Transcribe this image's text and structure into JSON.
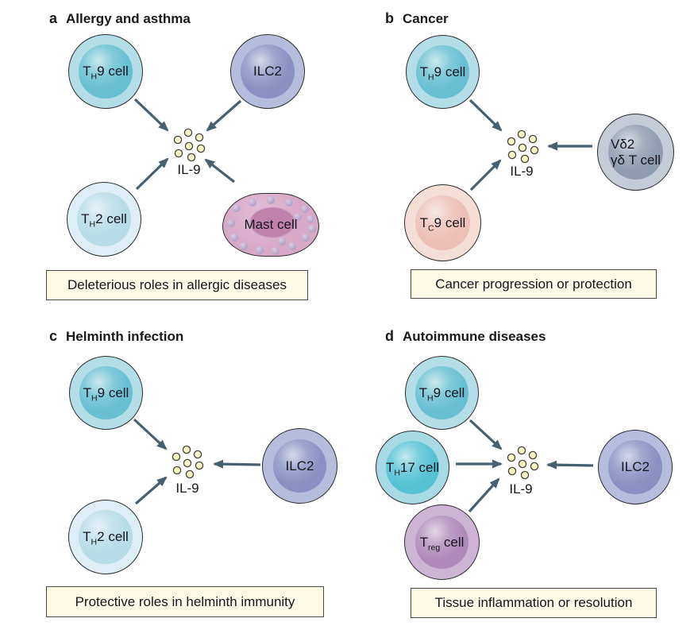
{
  "colors": {
    "arrow": "#46606f",
    "il9_dot_fill": "#f8f4c5",
    "il9_dot_stroke": "#44443a",
    "caption_bg": "#fcfae5",
    "caption_border": "#4a4a4a",
    "text": "#1a1a1a",
    "cells": {
      "th9": {
        "outer": "#b3dde7",
        "inner": "#67bfd1"
      },
      "ilc2": {
        "outer": "#b6bddc",
        "inner": "#8991c2"
      },
      "th2": {
        "outer": "#ddeef6",
        "inner": "#b7dbe9"
      },
      "mast": {
        "body": "#d8a8c7",
        "nucleus": "#c082ad",
        "granule": "#b1a0c6"
      },
      "vd2": {
        "outer": "#c5ccd8",
        "inner": "#8f9cb1"
      },
      "tc9": {
        "outer": "#f4ded6",
        "inner": "#ecc0b4"
      },
      "th17": {
        "outer": "#a8dae5",
        "inner": "#55c2d4"
      },
      "treg": {
        "outer": "#cdb4d5",
        "inner": "#b089ba"
      }
    }
  },
  "panels": {
    "a": {
      "letter": "a",
      "title": "Allergy and asthma",
      "il9_label": "IL-9",
      "caption": "Deleterious roles in allergic diseases",
      "cells": {
        "th9": {
          "pre": "T",
          "sub": "H",
          "post": "9 cell"
        },
        "ilc2": {
          "pre": "ILC2",
          "sub": "",
          "post": ""
        },
        "th2": {
          "pre": "T",
          "sub": "H",
          "post": "2 cell"
        },
        "mast": {
          "pre": "Mast cell",
          "sub": "",
          "post": ""
        }
      }
    },
    "b": {
      "letter": "b",
      "title": "Cancer",
      "il9_label": "IL-9",
      "caption": "Cancer progression or protection",
      "cells": {
        "th9": {
          "pre": "T",
          "sub": "H",
          "post": "9 cell"
        },
        "vd2": {
          "line1": "Vδ2",
          "line2": "γδ T cell"
        },
        "tc9": {
          "pre": "T",
          "sub": "C",
          "post": "9 cell"
        }
      }
    },
    "c": {
      "letter": "c",
      "title": "Helminth infection",
      "il9_label": "IL-9",
      "caption": "Protective roles in helminth immunity",
      "cells": {
        "th9": {
          "pre": "T",
          "sub": "H",
          "post": "9 cell"
        },
        "ilc2": {
          "pre": "ILC2",
          "sub": "",
          "post": ""
        },
        "th2": {
          "pre": "T",
          "sub": "H",
          "post": "2 cell"
        }
      }
    },
    "d": {
      "letter": "d",
      "title": "Autoimmune diseases",
      "il9_label": "IL-9",
      "caption": "Tissue inflammation or resolution",
      "cells": {
        "th9": {
          "pre": "T",
          "sub": "H",
          "post": "9 cell"
        },
        "th17": {
          "pre": "T",
          "sub": "H",
          "post": "17 cell"
        },
        "ilc2": {
          "pre": "ILC2",
          "sub": "",
          "post": ""
        },
        "treg": {
          "pre": "T",
          "sub": "reg",
          "post": " cell"
        }
      }
    }
  }
}
